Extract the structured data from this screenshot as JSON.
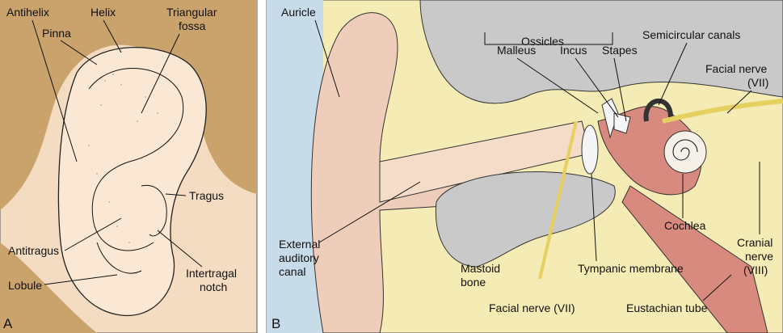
{
  "panel_a": {
    "letter": "A",
    "labels": {
      "antihelix": "Antihelix",
      "pinna": "Pinna",
      "helix": "Helix",
      "triangular_fossa_1": "Triangular",
      "triangular_fossa_2": "fossa",
      "tragus": "Tragus",
      "antitragus": "Antitragus",
      "lobule": "Lobule",
      "intertragal_1": "Intertragal",
      "intertragal_2": "notch"
    }
  },
  "panel_b": {
    "letter": "B",
    "labels": {
      "auricle": "Auricle",
      "ossicles": "Ossicles",
      "malleus": "Malleus",
      "incus": "Incus",
      "stapes": "Stapes",
      "semicircular": "Semicircular canals",
      "facial_top_1": "Facial nerve",
      "facial_top_2": "(VII)",
      "cranial_1": "Cranial",
      "cranial_2": "nerve",
      "cranial_3": "(VIII)",
      "cochlea": "Cochlea",
      "external_1": "External",
      "external_2": "auditory",
      "external_3": "canal",
      "mastoid_1": "Mastoid",
      "mastoid_2": "bone",
      "tympanic": "Tympanic membrane",
      "facial_bottom": "Facial nerve (VII)",
      "eustachian": "Eustachian tube"
    }
  },
  "colors": {
    "hair": "#c9a26c",
    "skin": "#f4dcc2",
    "blue": "#c8dbe9",
    "bone": "#c9c9c9",
    "yellow": "#f5ebb4",
    "pink": "#efcdbb",
    "red": "#d98a7e"
  }
}
